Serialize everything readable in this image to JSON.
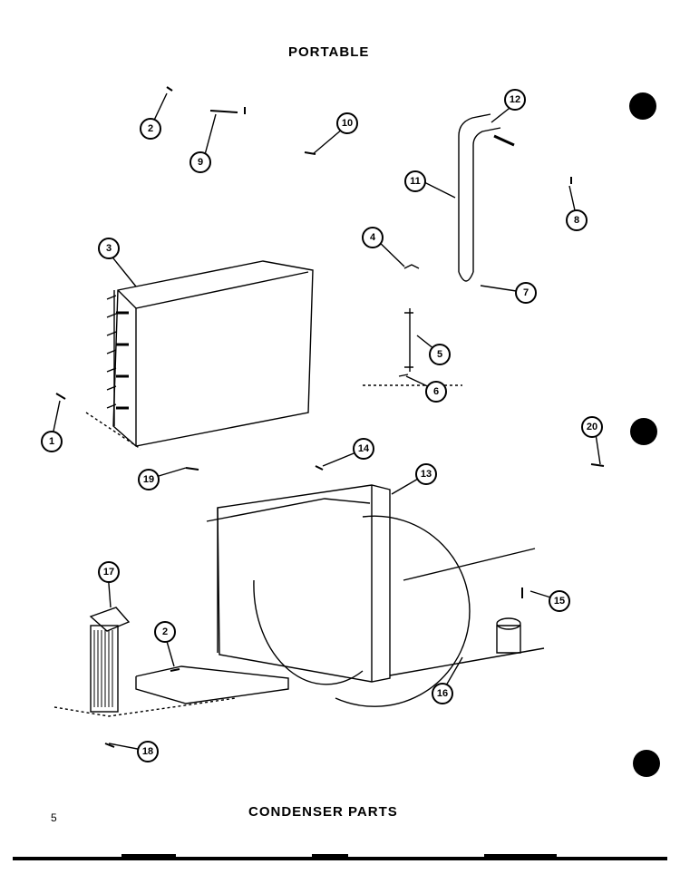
{
  "header": {
    "title": "PORTABLE"
  },
  "footer": {
    "caption": "CONDENSER PARTS",
    "page_number": "5"
  },
  "callouts": {
    "c1": "1",
    "c2a": "2",
    "c2b": "2",
    "c3": "3",
    "c4": "4",
    "c5": "5",
    "c6": "6",
    "c7": "7",
    "c8": "8",
    "c9": "9",
    "c10": "10",
    "c11": "11",
    "c12": "12",
    "c13": "13",
    "c14": "14",
    "c15": "15",
    "c16": "16",
    "c17": "17",
    "c18": "18",
    "c19": "19",
    "c20": "20"
  }
}
